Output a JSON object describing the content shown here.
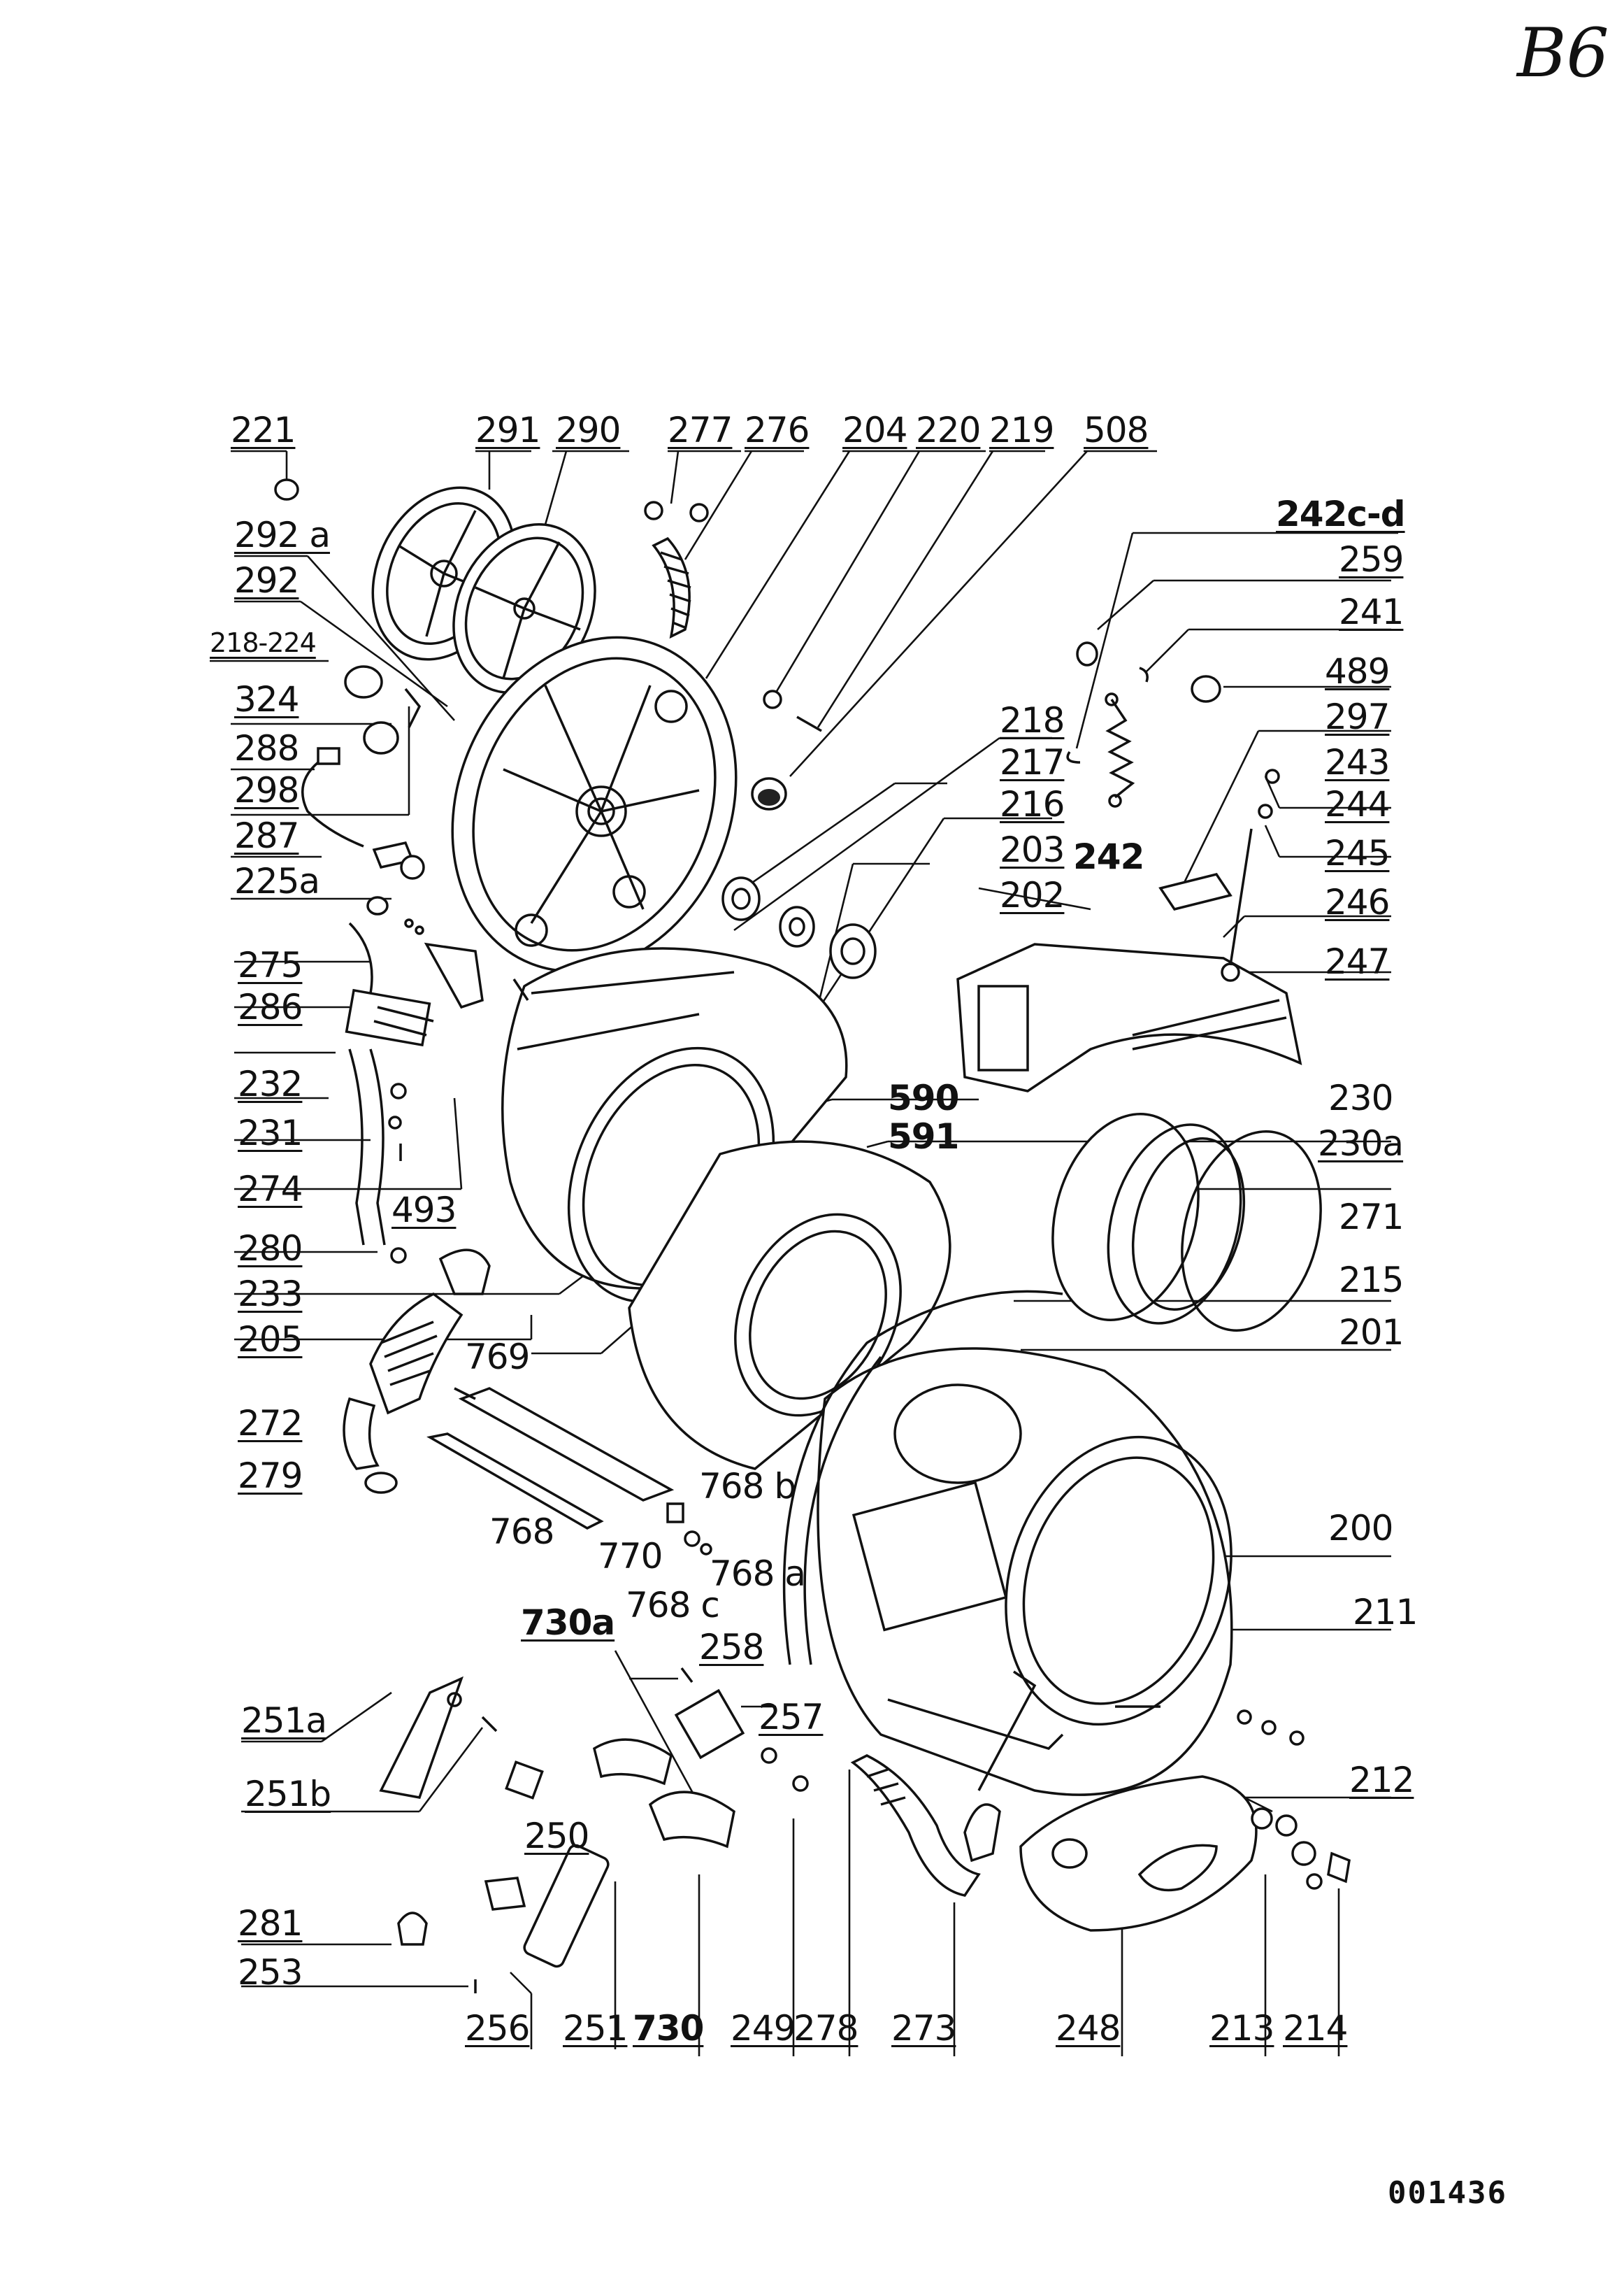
{
  "sheet": {
    "corner_mark": "B6",
    "document_number": "001436"
  },
  "labels": [
    "221",
    "291",
    "290",
    "277",
    "276",
    "204",
    "220",
    "219",
    "508",
    "242c-d",
    "259",
    "241",
    "489",
    "297",
    "243",
    "244",
    "245",
    "246",
    "247",
    "292 a",
    "292",
    "218-224",
    "324",
    "288",
    "298",
    "287",
    "225a",
    "218",
    "217",
    "216",
    "203",
    "202",
    "242",
    "275",
    "286",
    "232",
    "231",
    "274",
    "493",
    "280",
    "233",
    "205",
    "590",
    "591",
    "230",
    "230a",
    "271",
    "215",
    "201",
    "769",
    "272",
    "279",
    "768",
    "770",
    "768 b",
    "768 a",
    "768 c",
    "200",
    "211",
    "730a",
    "258",
    "257",
    "251a",
    "251b",
    "250",
    "212",
    "281",
    "253",
    "256",
    "251",
    "730",
    "249",
    "278",
    "273",
    "248",
    "213",
    "214"
  ]
}
